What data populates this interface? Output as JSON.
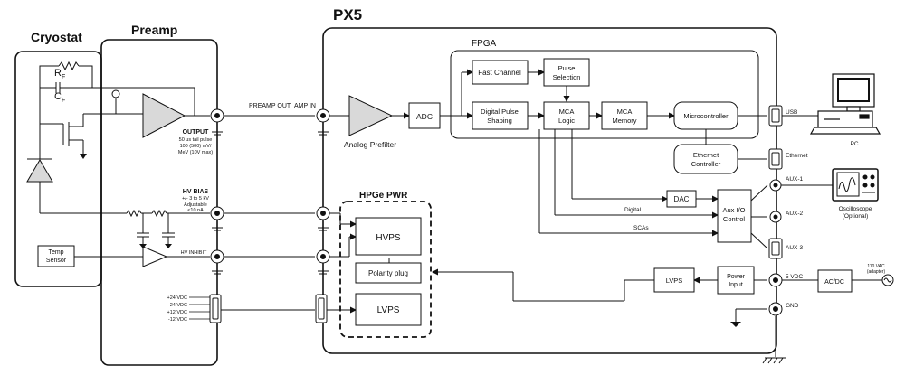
{
  "sections": {
    "cryostat": "Cryostat",
    "preamp": "Preamp",
    "px5": "PX5",
    "fpga": "FPGA",
    "hpge_pwr": "HPGe PWR"
  },
  "cryostat": {
    "rf_main": "R",
    "rf_sub": "F",
    "cf_main": "C",
    "cf_sub": "F",
    "temp_sensor": [
      "Temp",
      "Sensor"
    ]
  },
  "preamp": {
    "output": [
      "OUTPUT",
      "50 us tail pulse",
      "100 (500) mV/",
      "MeV (10V max)"
    ],
    "hv_bias": [
      "HV BIAS",
      "+/- 3 to 5 kV",
      "Adjustable",
      "<10 nA"
    ],
    "hv_inhibit": "HV INHIBIT",
    "supplies": [
      "+24 VDC",
      "-24 VDC",
      "+12 VDC",
      "-12 VDC"
    ]
  },
  "signals": {
    "preamp_out": "PREAMP OUT",
    "amp_in": "AMP IN"
  },
  "blocks": {
    "analog_prefilter": "Analog Prefilter",
    "adc": "ADC",
    "fast_channel": "Fast Channel",
    "pulse_selection": [
      "Pulse",
      "Selection"
    ],
    "digital_pulse_shaping": [
      "Digital Pulse",
      "Shaping"
    ],
    "mca_logic": [
      "MCA",
      "Logic"
    ],
    "mca_memory": [
      "MCA",
      "Memory"
    ],
    "microcontroller": "Microcontroller",
    "ethernet_controller": [
      "Ethernet",
      "Controller"
    ],
    "dac": "DAC",
    "aux_io_control": [
      "Aux I/O",
      "Control"
    ],
    "hvps": "HVPS",
    "polarity_plug": "Polarity plug",
    "lvps_hpge": "LVPS",
    "lvps_px5": "LVPS",
    "power_input": [
      "Power",
      "Input"
    ],
    "acdc": "AC/DC"
  },
  "ports": {
    "usb": "USB",
    "ethernet": "Ethernet",
    "aux1": "AUX-1",
    "aux2": "AUX-2",
    "aux3": "AUX-3",
    "five_vdc": "5 VDC",
    "gnd": "GND"
  },
  "wires": {
    "digital": "Digital",
    "scas": "SCAs"
  },
  "external": {
    "pc": "PC",
    "oscilloscope": [
      "Oscilloscope",
      "(Optional)"
    ],
    "ac_input": [
      "110 VAC",
      "(adapter)"
    ]
  },
  "colors": {
    "line": "#111111",
    "block_fill": "#ffffff",
    "triangle_fill": "#d9d9d9"
  }
}
